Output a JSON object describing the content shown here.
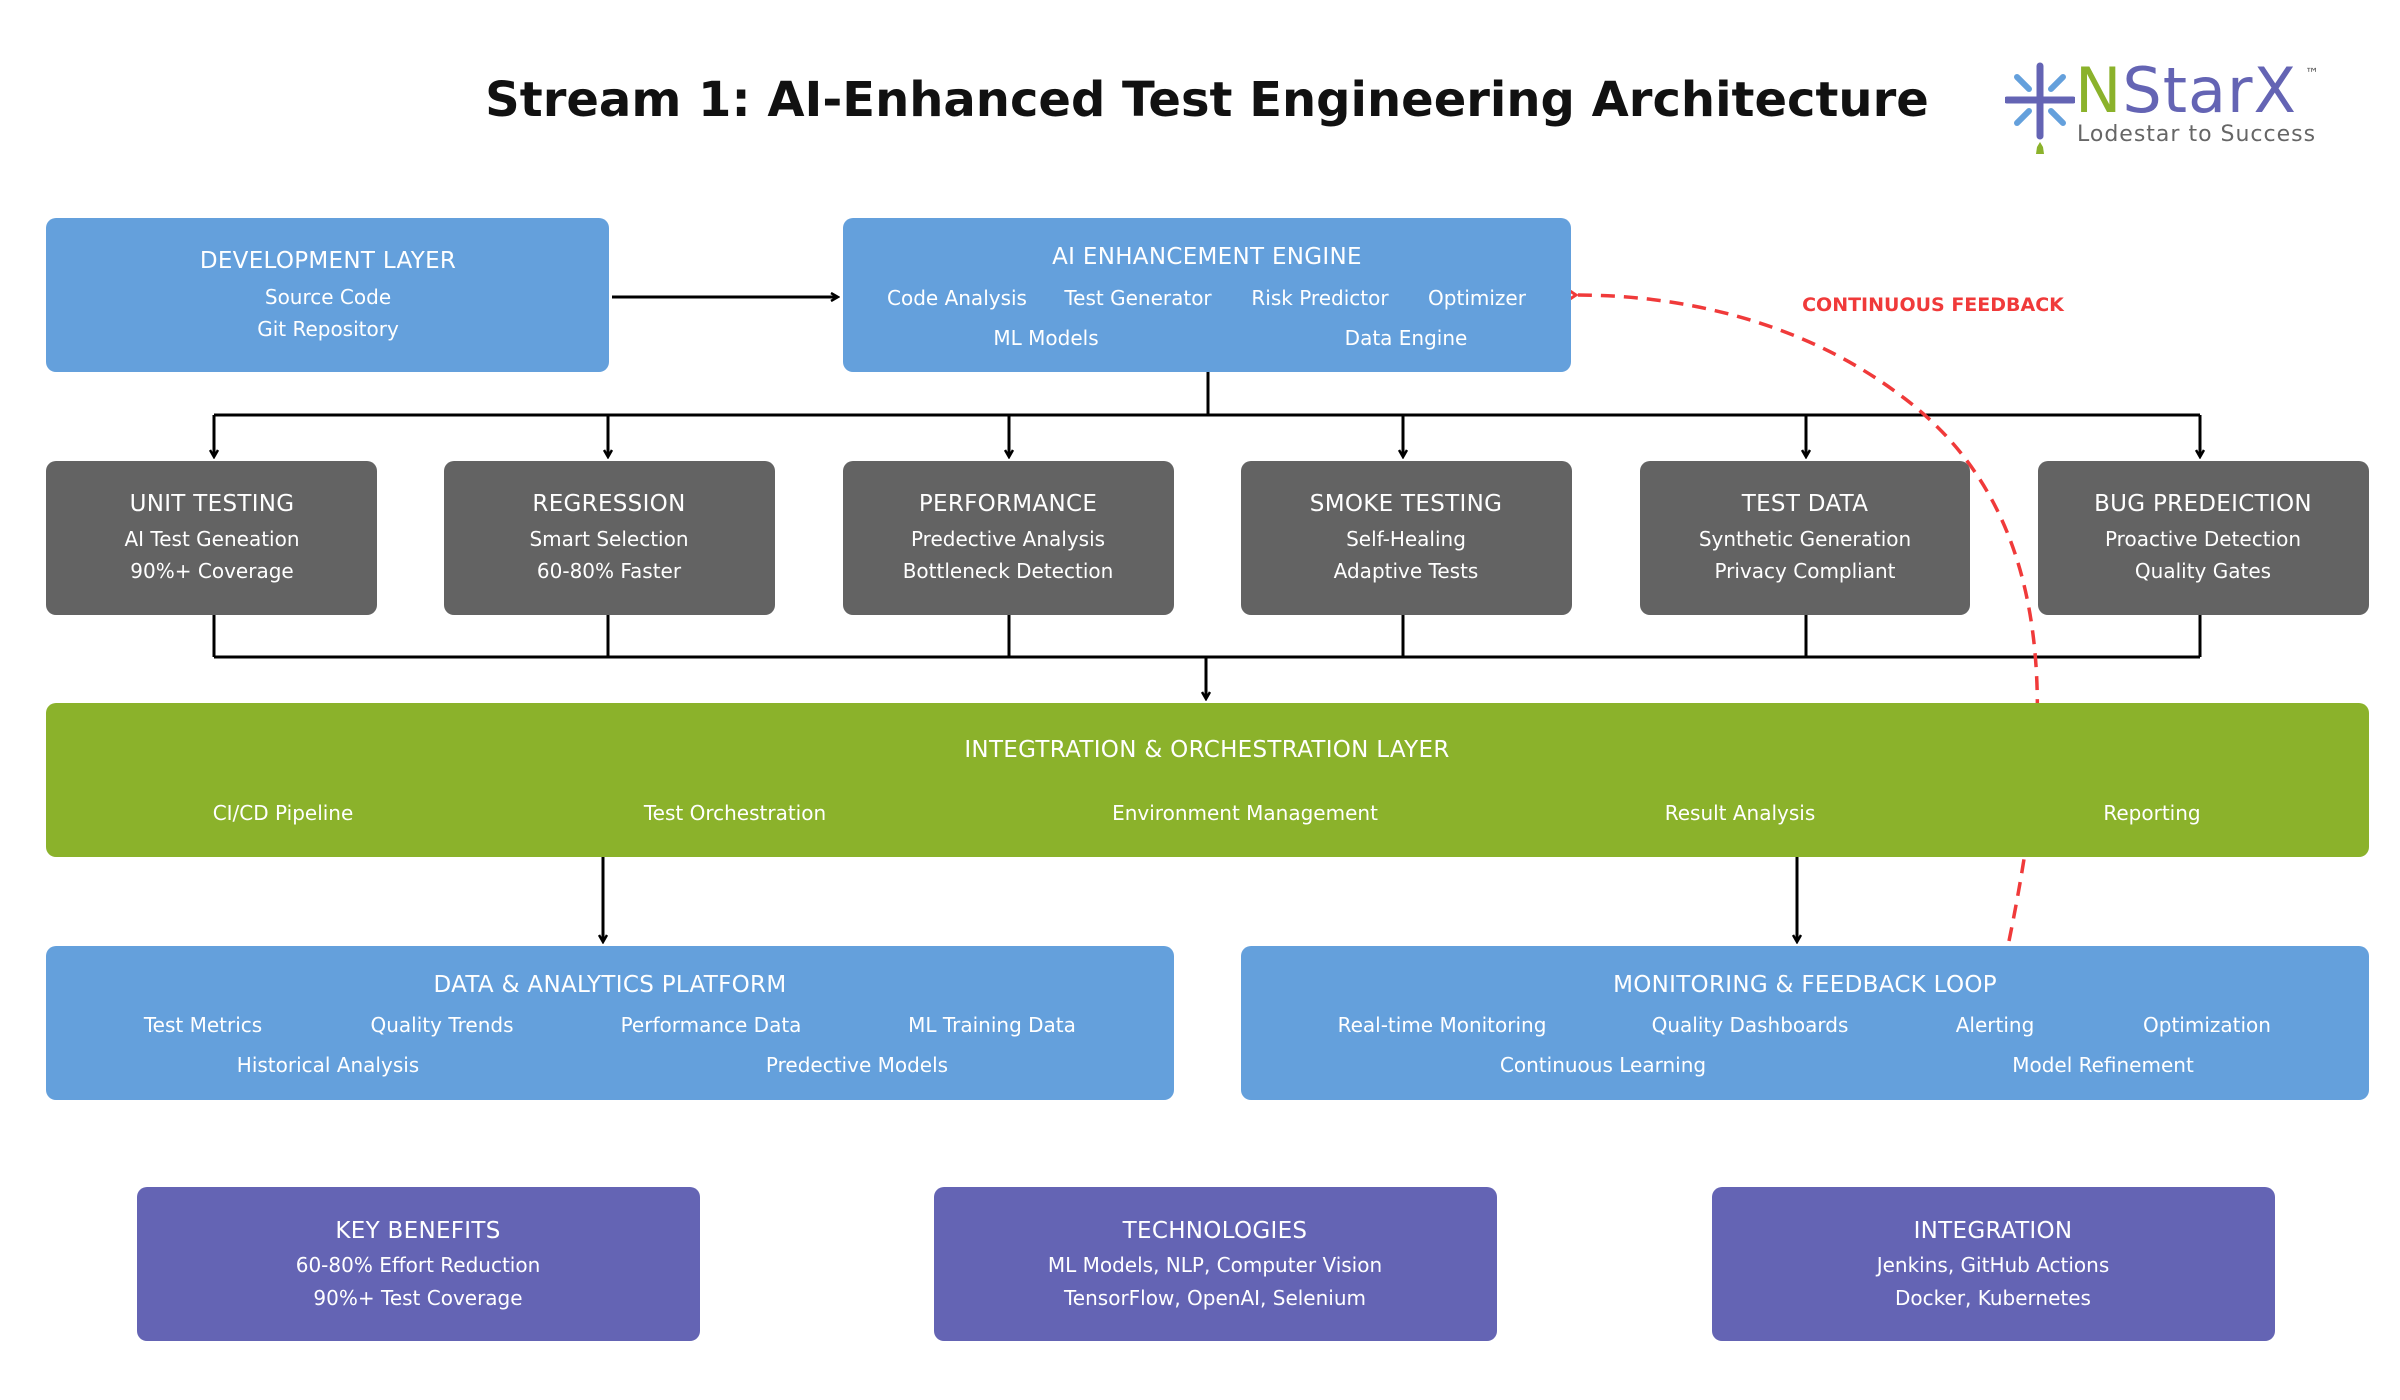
{
  "title": "Stream 1: AI-Enhanced Test Engineering Architecture",
  "logo": {
    "brand_n": "N",
    "brand_rest": "StarX",
    "tm": "™",
    "tagline": "Lodestar to Success",
    "colors": {
      "green": "#8bb22b",
      "purple": "#6464b4",
      "lightblue": "#64a0dc"
    }
  },
  "colors": {
    "blue_box": "#64a0dc",
    "gray_box": "#636363",
    "green_box": "#8bb22b",
    "purple_box": "#6464b4",
    "feedback": "#f03a3a"
  },
  "development": {
    "title": "DEVELOPMENT LAYER",
    "items": [
      "Source Code",
      "Git Repository"
    ]
  },
  "ai_engine": {
    "title": "AI ENHANCEMENT ENGINE",
    "items": [
      "Code Analysis",
      "Test Generator",
      "Risk Predictor",
      "Optimizer",
      "ML Models",
      "Data Engine"
    ]
  },
  "feedback_label": "CONTINUOUS FEEDBACK",
  "test_types": [
    {
      "title": "UNIT TESTING",
      "lines": [
        "AI Test Geneation",
        "90%+ Coverage"
      ]
    },
    {
      "title": "REGRESSION",
      "lines": [
        "Smart Selection",
        "60-80% Faster"
      ]
    },
    {
      "title": "PERFORMANCE",
      "lines": [
        "Predective Analysis",
        "Bottleneck Detection"
      ]
    },
    {
      "title": "SMOKE TESTING",
      "lines": [
        "Self-Healing",
        "Adaptive Tests"
      ]
    },
    {
      "title": "TEST DATA",
      "lines": [
        "Synthetic Generation",
        "Privacy Compliant"
      ]
    },
    {
      "title": "BUG PREDEICTION",
      "lines": [
        "Proactive Detection",
        "Quality Gates"
      ]
    }
  ],
  "integration": {
    "title": "INTEGTRATION & ORCHESTRATION LAYER",
    "items": [
      "CI/CD Pipeline",
      "Test Orchestration",
      "Environment Management",
      "Result Analysis",
      "Reporting"
    ]
  },
  "data_platform": {
    "title": "DATA & ANALYTICS PLATFORM",
    "items": [
      "Test Metrics",
      "Quality Trends",
      "Performance Data",
      "ML Training Data",
      "Historical Analysis",
      "Predective Models"
    ]
  },
  "monitoring": {
    "title": "MONITORING & FEEDBACK LOOP",
    "items": [
      "Real-time Monitoring",
      "Quality Dashboards",
      "Alerting",
      "Optimization",
      "Continuous Learning",
      "Model Refinement"
    ]
  },
  "summary": [
    {
      "title": "KEY BENEFITS",
      "lines": [
        "60-80% Effort Reduction",
        "90%+ Test Coverage"
      ]
    },
    {
      "title": "TECHNOLOGIES",
      "lines": [
        "ML Models, NLP, Computer Vision",
        "TensorFlow, OpenAI, Selenium"
      ]
    },
    {
      "title": "INTEGRATION",
      "lines": [
        "Jenkins, GitHub Actions",
        "Docker, Kubernetes"
      ]
    }
  ]
}
